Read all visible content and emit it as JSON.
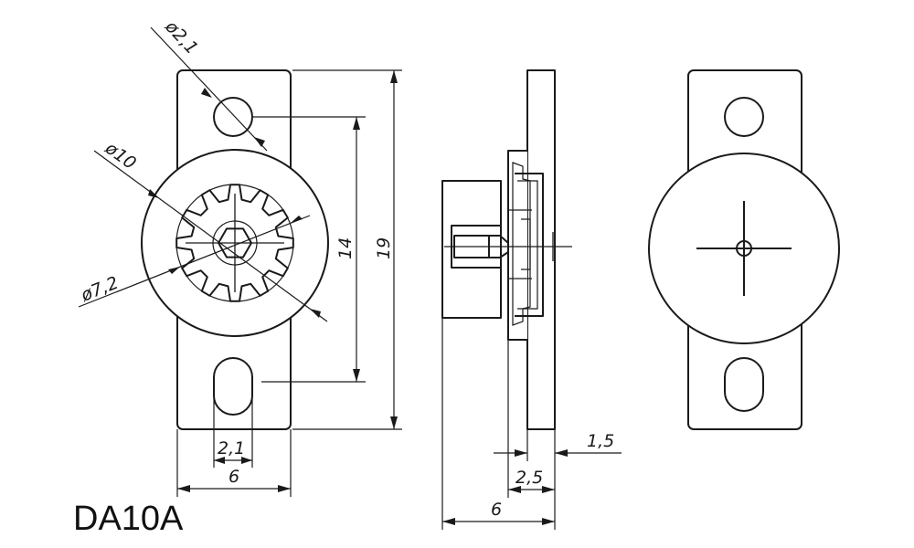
{
  "model": "DA10A",
  "dimensions": {
    "hole_diameter": "ø2,1",
    "ring_diameter": "ø10",
    "gear_diameter": "ø7,2",
    "hole_spacing": "14",
    "total_height": "19",
    "slot_width": "2,1",
    "plate_width": "6",
    "plate_thickness": "1,5",
    "body_depth": "2,5",
    "overall_depth": "6"
  },
  "colors": {
    "line": "#1a1a1a",
    "background": "#ffffff"
  }
}
